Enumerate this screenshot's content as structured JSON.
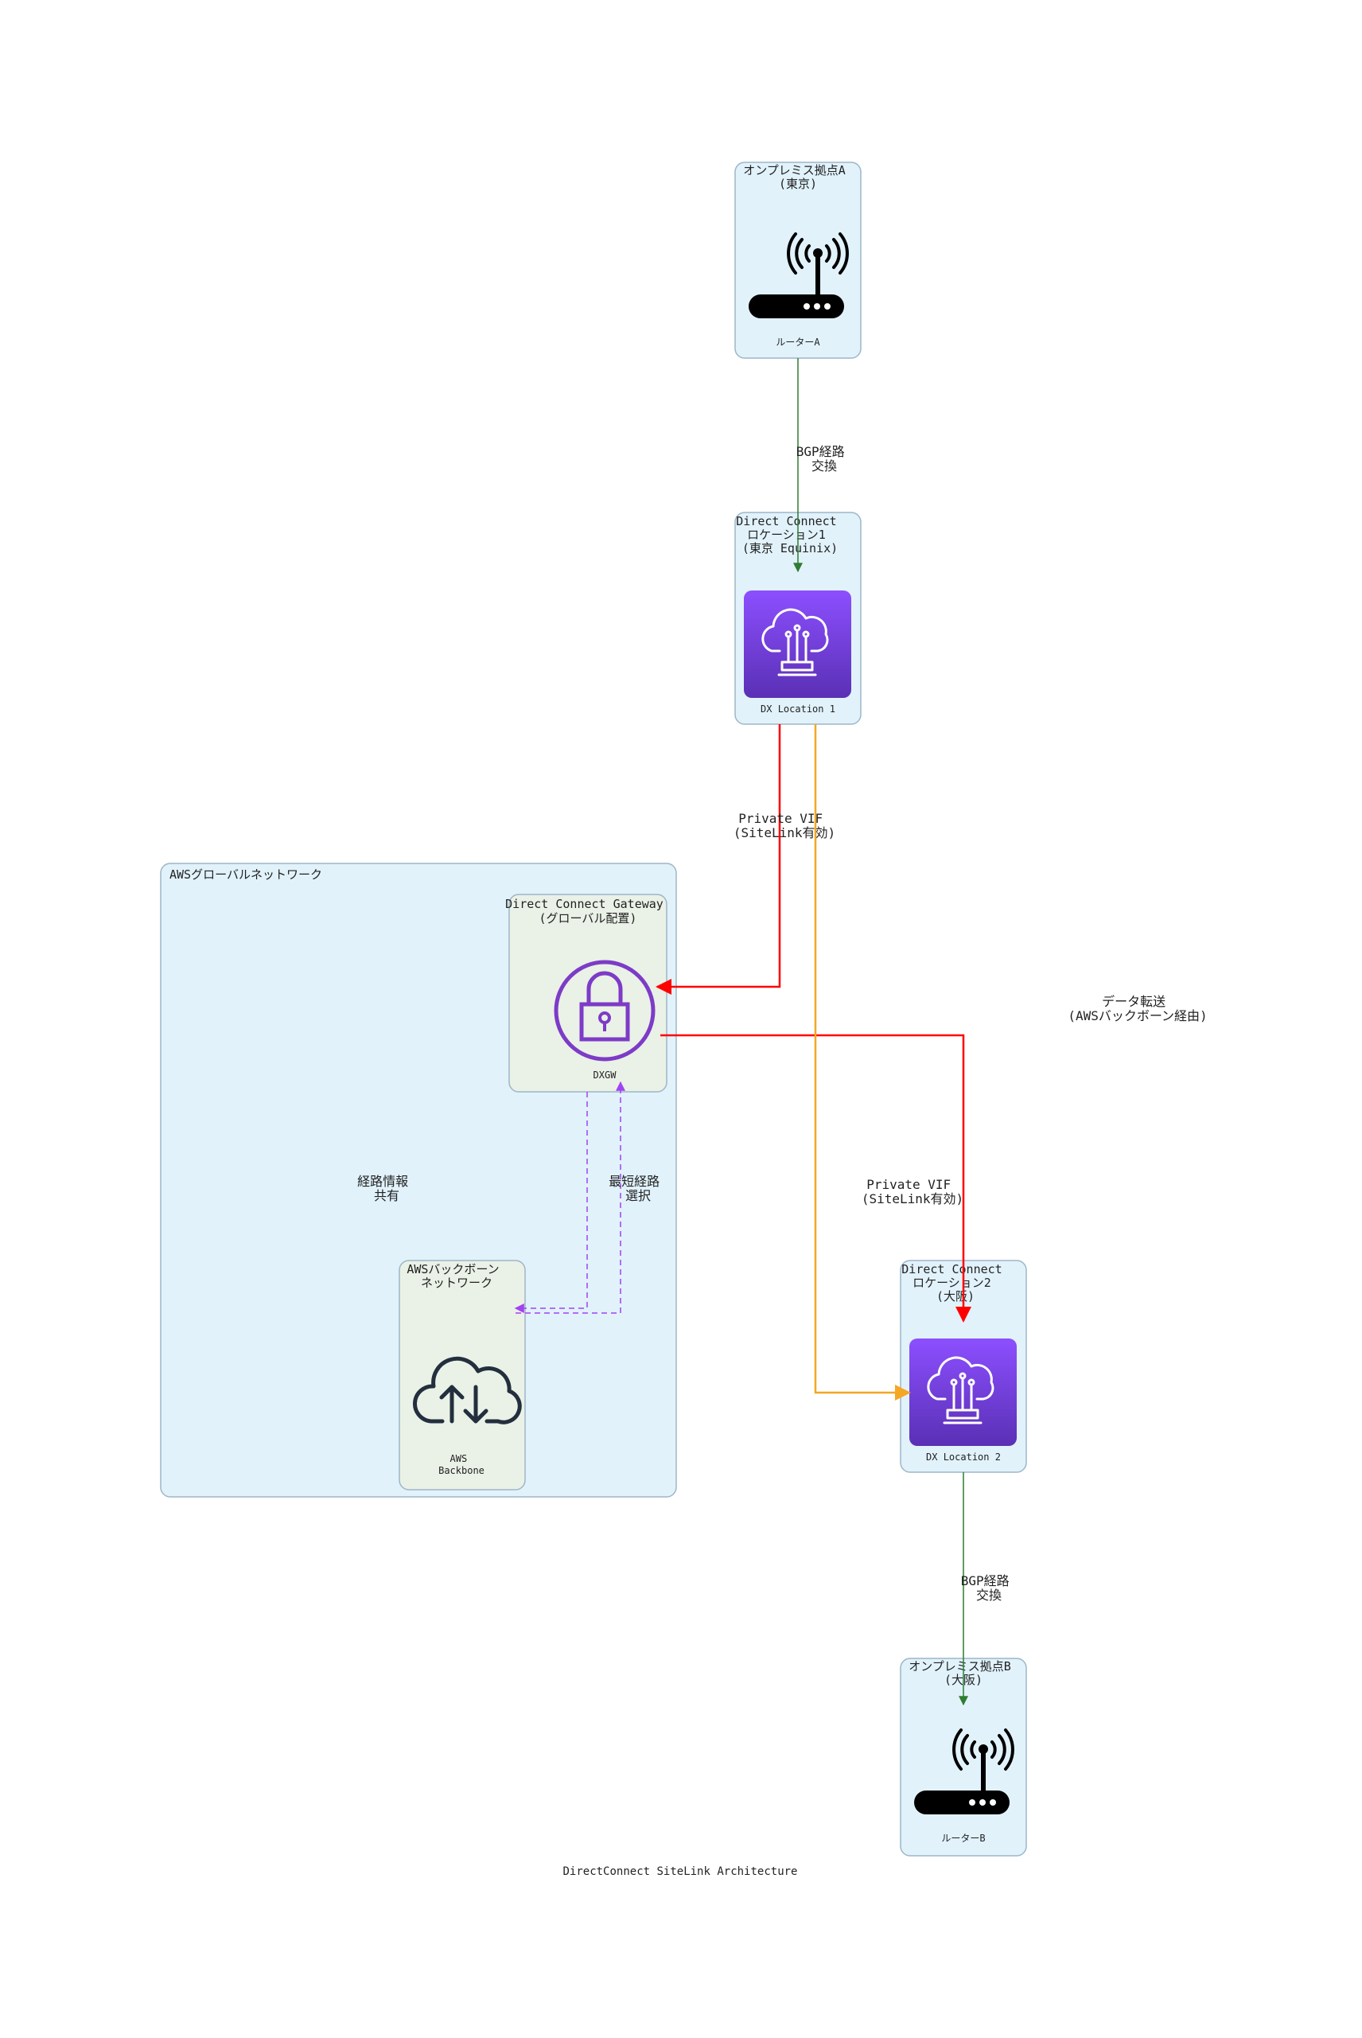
{
  "caption": "DirectConnect SiteLink Architecture",
  "clusters": {
    "site_a": {
      "title": [
        "オンプレミス拠点A",
        "(東京)"
      ],
      "node_label": "ルーターA"
    },
    "dx1": {
      "title": [
        "Direct Connect",
        "ロケーション1",
        "(東京 Equinix)"
      ],
      "node_label": "DX Location 1"
    },
    "aws_global": {
      "title": "AWSグローバルネットワーク"
    },
    "dxgw": {
      "title": [
        "Direct Connect Gateway",
        "(グローバル配置)"
      ],
      "node_label": "DXGW"
    },
    "backbone": {
      "title": [
        "AWSバックボーン",
        "ネットワーク"
      ],
      "node_label": [
        "AWS",
        "Backbone"
      ]
    },
    "dx2": {
      "title": [
        "Direct Connect",
        "ロケーション2",
        "(大阪)"
      ],
      "node_label": "DX Location 2"
    },
    "site_b": {
      "title": [
        "オンプレミス拠点B",
        "(大阪)"
      ],
      "node_label": "ルーターB"
    }
  },
  "edges": {
    "bgp_a": [
      "BGP経路",
      "交換"
    ],
    "vif1": [
      "Private VIF",
      "(SiteLink有効)"
    ],
    "vif2": [
      "Private VIF",
      "(SiteLink有効)"
    ],
    "data_transfer": [
      "データ転送",
      "(AWSバックボーン経由)"
    ],
    "route_share": [
      "経路情報",
      "共有"
    ],
    "shortest": [
      "最短経路",
      "選択"
    ],
    "bgp_b": [
      "BGP経路",
      "交換"
    ]
  },
  "colors": {
    "bgp": "#2e7d32",
    "private_vif": "#ff0000",
    "data_transfer": "#f5a623",
    "route_share": "#a142f4",
    "dx_icon_top": "#8c4fff",
    "dx_icon_bottom": "#5a30b5",
    "dxgw_icon": "#7d3bc7",
    "cluster_fill": "#e1f2fb",
    "inner_cluster_fill": "#eaf1e6"
  },
  "icons": {
    "router_a": "router-antenna-icon",
    "dx1": "direct-connect-icon",
    "dxgw": "padlock-gateway-icon",
    "backbone": "cloud-upload-download-icon",
    "dx2": "direct-connect-icon",
    "router_b": "router-antenna-icon"
  }
}
